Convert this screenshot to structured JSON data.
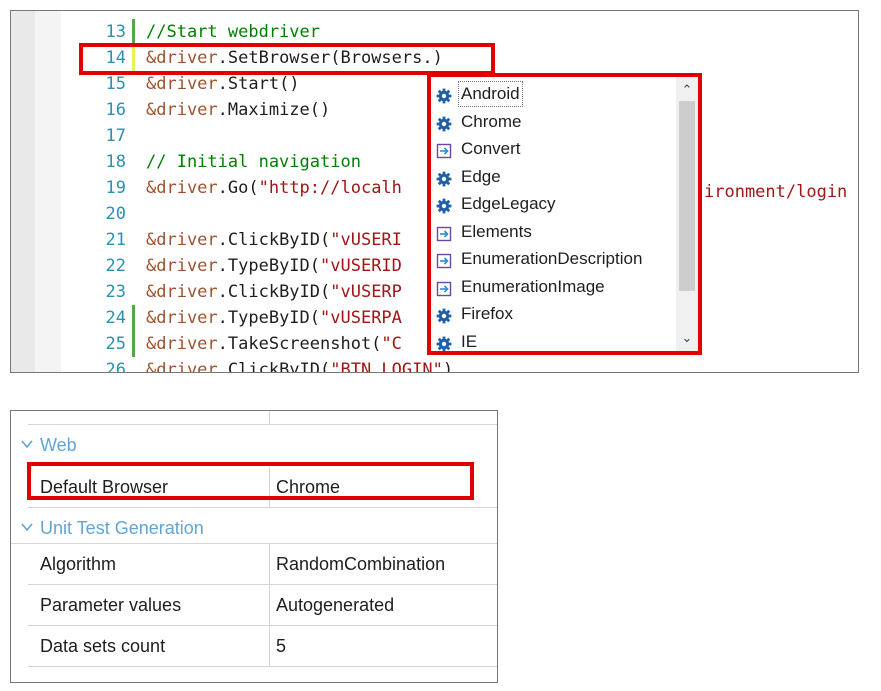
{
  "editor": {
    "lines": [
      {
        "num": "13",
        "parts": [
          {
            "t": "//Start webdriver",
            "c": "comment"
          }
        ]
      },
      {
        "num": "14",
        "parts": [
          {
            "t": "&driver",
            "c": "var"
          },
          {
            "t": ".SetBrowser(Browsers.)",
            "c": "plain"
          }
        ]
      },
      {
        "num": "15",
        "parts": [
          {
            "t": "&driver",
            "c": "var"
          },
          {
            "t": ".Start()",
            "c": "plain"
          }
        ]
      },
      {
        "num": "16",
        "parts": [
          {
            "t": "&driver",
            "c": "var"
          },
          {
            "t": ".Maximize()",
            "c": "plain"
          }
        ]
      },
      {
        "num": "17",
        "parts": []
      },
      {
        "num": "18",
        "parts": [
          {
            "t": "// Initial navigation",
            "c": "comment"
          }
        ]
      },
      {
        "num": "19",
        "parts": [
          {
            "t": "&driver",
            "c": "var"
          },
          {
            "t": ".Go(",
            "c": "plain"
          },
          {
            "t": "\"http://localh",
            "c": "str"
          }
        ]
      },
      {
        "num": "20",
        "parts": []
      },
      {
        "num": "21",
        "parts": [
          {
            "t": "&driver",
            "c": "var"
          },
          {
            "t": ".ClickByID(",
            "c": "plain"
          },
          {
            "t": "\"vUSERI",
            "c": "str"
          }
        ]
      },
      {
        "num": "22",
        "parts": [
          {
            "t": "&driver",
            "c": "var"
          },
          {
            "t": ".TypeByID(",
            "c": "plain"
          },
          {
            "t": "\"vUSERID",
            "c": "str"
          }
        ]
      },
      {
        "num": "23",
        "parts": [
          {
            "t": "&driver",
            "c": "var"
          },
          {
            "t": ".ClickByID(",
            "c": "plain"
          },
          {
            "t": "\"vUSERP",
            "c": "str"
          }
        ]
      },
      {
        "num": "24",
        "parts": [
          {
            "t": "&driver",
            "c": "var"
          },
          {
            "t": ".TypeByID(",
            "c": "plain"
          },
          {
            "t": "\"vUSERPA",
            "c": "str"
          }
        ]
      },
      {
        "num": "25",
        "parts": [
          {
            "t": "&driver",
            "c": "var"
          },
          {
            "t": ".TakeScreenshot(",
            "c": "plain"
          },
          {
            "t": "\"C",
            "c": "str"
          }
        ]
      },
      {
        "num": "26",
        "parts": [
          {
            "t": "&driver",
            "c": "var"
          },
          {
            "t": ".ClickByID(",
            "c": "plain"
          },
          {
            "t": "\"BTN_LOGIN\"",
            "c": "str"
          },
          {
            "t": ")",
            "c": "plain"
          }
        ]
      }
    ],
    "line19_overflow": "ironment/login",
    "change_marks": {
      "13": "green",
      "14": "yellow",
      "24": "green",
      "25": "green"
    }
  },
  "autocomplete": {
    "selected_index": 0,
    "items": [
      {
        "label": "Android",
        "icon": "gear-icon"
      },
      {
        "label": "Chrome",
        "icon": "gear-icon"
      },
      {
        "label": "Convert",
        "icon": "method-arrow-icon"
      },
      {
        "label": "Edge",
        "icon": "gear-icon"
      },
      {
        "label": "EdgeLegacy",
        "icon": "gear-icon"
      },
      {
        "label": "Elements",
        "icon": "method-arrow-icon"
      },
      {
        "label": "EnumerationDescription",
        "icon": "method-arrow-icon"
      },
      {
        "label": "EnumerationImage",
        "icon": "method-arrow-icon"
      },
      {
        "label": "Firefox",
        "icon": "gear-icon"
      },
      {
        "label": "IE",
        "icon": "gear-icon"
      }
    ],
    "scroll_up": "⌃",
    "scroll_down": "⌄"
  },
  "properties": {
    "web_category": "Web",
    "default_browser_label": "Default Browser",
    "default_browser_value": "Chrome",
    "unit_test_category": "Unit Test Generation",
    "algorithm_label": "Algorithm",
    "algorithm_value": "RandomCombination",
    "param_values_label": "Parameter values",
    "param_values_value": "Autogenerated",
    "data_sets_label": "Data sets count",
    "data_sets_value": "5"
  },
  "colors": {
    "highlight": "#e00000",
    "comment": "#008000",
    "variable": "#a0522d",
    "string": "#a31515",
    "line_number": "#2b91af",
    "category": "#5fa6d6",
    "gear_icon": "#1f5fa8",
    "method_icon": "#6a4aa0"
  }
}
